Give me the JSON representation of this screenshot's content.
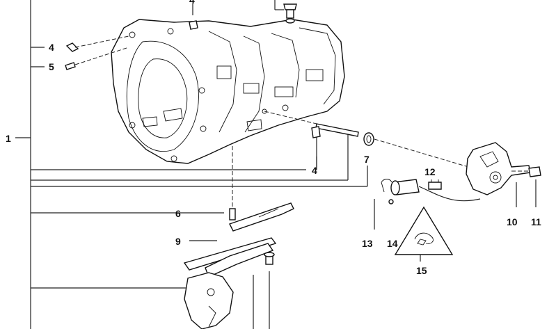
{
  "callouts": [
    "1",
    "4",
    "4",
    "5",
    "4",
    "6",
    "7",
    "9",
    "10",
    "11",
    "12",
    "13",
    "14",
    "15"
  ],
  "labels": {
    "l1": "1",
    "l4_top": "4",
    "l4_left": "4",
    "l5": "5",
    "l4_mid": "4",
    "l6": "6",
    "l7": "7",
    "l9": "9",
    "l10": "10",
    "l11": "11",
    "l12": "12",
    "l13": "13",
    "l14": "14",
    "l15": "15"
  },
  "colors": {
    "line": "#222222",
    "background": "#ffffff"
  },
  "icons": [
    "transmission-housing",
    "screw",
    "dowel-pin",
    "selector-shaft",
    "seal-ring",
    "position-switch",
    "bolt",
    "connector",
    "clip",
    "warning-symbol",
    "cable",
    "selector-lever"
  ]
}
